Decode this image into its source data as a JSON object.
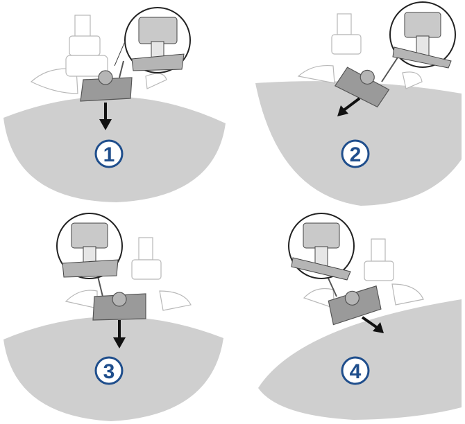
{
  "steps": [
    {
      "label": "1",
      "beam_angle_deg": 0
    },
    {
      "label": "2",
      "beam_angle_deg": 30
    },
    {
      "label": "3",
      "beam_angle_deg": 0
    },
    {
      "label": "4",
      "beam_angle_deg": -25
    }
  ],
  "colors": {
    "beam": "#cfcfcf",
    "transducer": "#9a9a9a",
    "outline": "#5a5a5a",
    "number": "#1f4e8c",
    "boat": "#ffffff"
  },
  "icons": [
    "boat-motor-icon",
    "transducer-icon",
    "mount-detail-icon",
    "arrow-icon"
  ]
}
